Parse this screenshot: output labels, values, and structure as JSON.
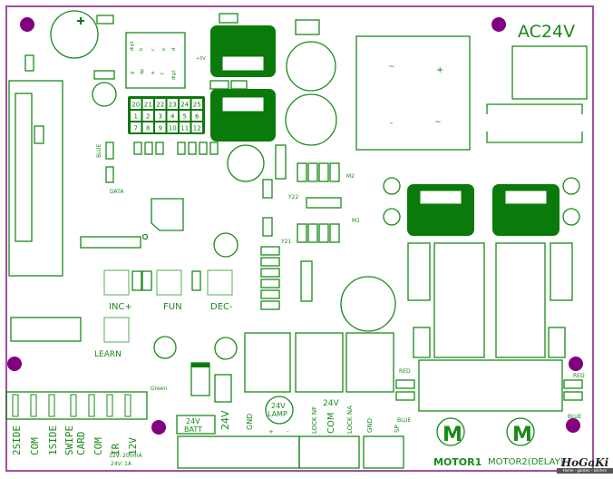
{
  "board": {
    "title": "AC24V",
    "colors": {
      "trace": "#1a8a1a",
      "border": "#a050a0",
      "mount_hole": "#800080",
      "fill": "#0a7a0a"
    }
  },
  "display": {
    "segment_labels_top": [
      "dig1",
      "b",
      "c",
      "e",
      "d"
    ],
    "segment_labels_bottom": [
      "g",
      "dp",
      "a",
      "f",
      "dig2"
    ],
    "power_label": "+5V"
  },
  "pin_grid": {
    "rows": [
      [
        "20",
        "21",
        "22",
        "23",
        "24",
        "25"
      ],
      [
        "1",
        "2",
        "3",
        "4",
        "5",
        "6"
      ],
      [
        "7",
        "8",
        "9",
        "10",
        "11",
        "12"
      ]
    ]
  },
  "leds_left": {
    "blue": "BLUE",
    "data": "DATA"
  },
  "crystals": {
    "y22": "Y22",
    "y21": "Y21",
    "m2": "M2",
    "m1": "M1"
  },
  "buttons": {
    "inc": "INC+",
    "fun": "FUN",
    "dec": "DEC-",
    "learn": "LEARN"
  },
  "led_green": "Green",
  "terminals_left": [
    "2SIDE",
    "COM",
    "1SIDE",
    "SWIPE",
    "CARD",
    "COM",
    "IR",
    "12V"
  ],
  "power_spec": [
    "12V: 200mA",
    "24V: 1A"
  ],
  "terminals_mid": {
    "batt_top": "24V",
    "batt_bottom": "BATT",
    "v24": "24V",
    "gnd": "GND",
    "lamp_top": "24V",
    "lamp_bottom": "LAMP",
    "lamp_plus": "+",
    "lamp_minus": "-"
  },
  "lock": {
    "nf": "LOCK NF",
    "com": "COM",
    "v24": "24V",
    "na": "LOCK NA"
  },
  "speaker": {
    "gnd": "GND",
    "sp": "SP"
  },
  "motor_leds": {
    "red": "RED",
    "blue": "BLUE"
  },
  "motors": {
    "m1": "MOTOR1",
    "m2": "MOTOR2(DELAY)",
    "glyph": "M"
  },
  "bridge": {
    "plus": "+",
    "minus": "-",
    "ac": "~"
  },
  "logo": {
    "brand": "HoGaKi",
    "tagline": "Home - garden - kitchen"
  }
}
